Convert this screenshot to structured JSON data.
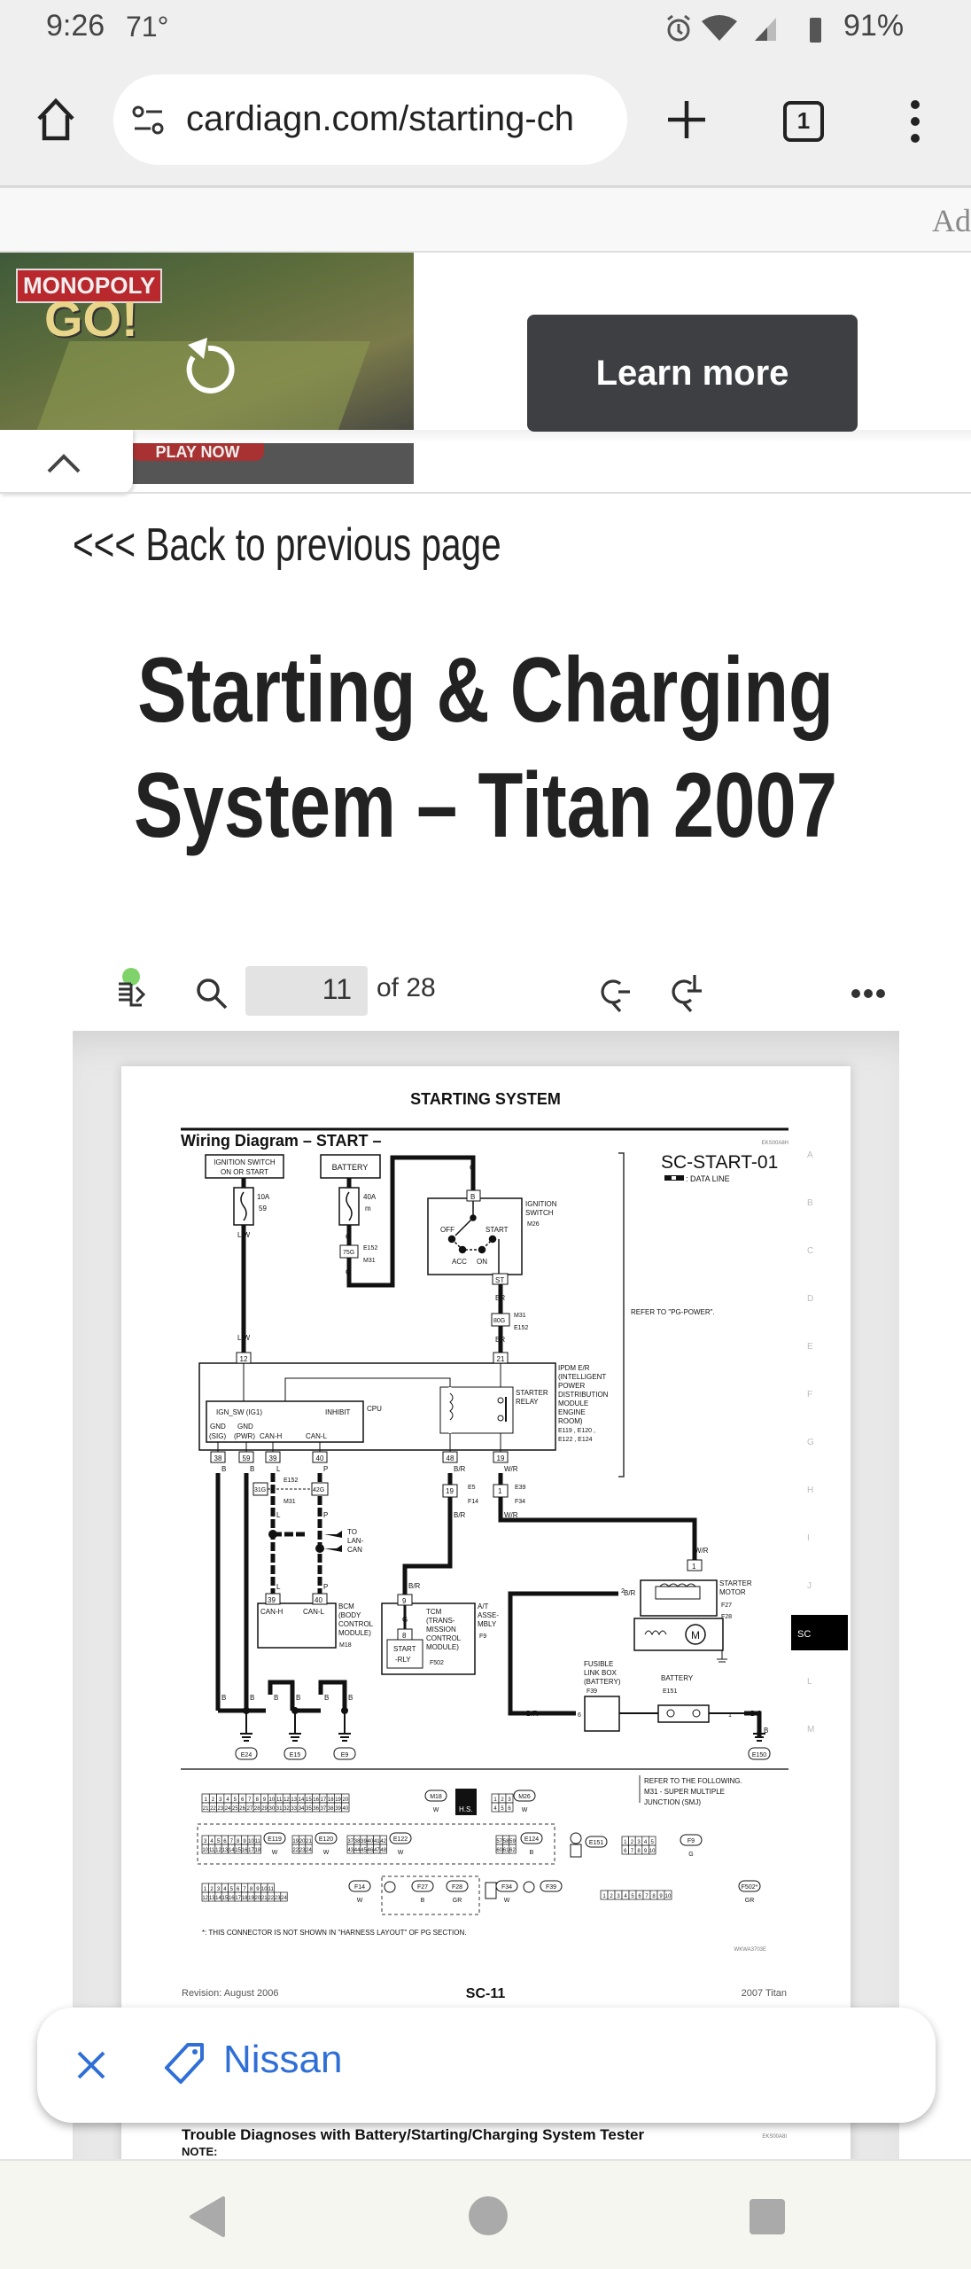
{
  "status_bar": {
    "time": "9:26",
    "temperature": "71°",
    "battery": "91%"
  },
  "browser": {
    "url": "cardiagn.com/starting-ch",
    "tab_count": "1"
  },
  "ad": {
    "label": "Ad",
    "logo_line1": "MONOPOLY",
    "logo_line2": "GO!",
    "play_now": "PLAY NOW",
    "cta": "Learn more"
  },
  "article": {
    "back_link": "<<< Back to previous page",
    "title_line1": "Starting & Charging",
    "title_line2": "System – Titan 2007"
  },
  "pdf_toolbar": {
    "page": "11",
    "of_label": "of 28"
  },
  "pdf_page": {
    "header": "STARTING SYSTEM",
    "section_title": "Wiring Diagram –  START –",
    "code_top": "EKS00A8H",
    "diagram_id": "SC-START-01",
    "data_line": ": DATA LINE",
    "refer_power": "REFER TO \"PG-POWER\".",
    "side_letters": [
      "A",
      "B",
      "C",
      "D",
      "E",
      "F",
      "G",
      "H",
      "I",
      "J",
      "SC",
      "L",
      "M"
    ],
    "labels": {
      "ign_switch_box": [
        "IGNITION SWITCH",
        "ON OR START"
      ],
      "battery_box": "BATTERY",
      "fuse1": [
        "10A",
        "59"
      ],
      "fuse2": [
        "40A",
        "m"
      ],
      "lw": "L/W",
      "g": "G",
      "br": "BR",
      "b": "B",
      "l": "L",
      "p": "P",
      "w_r": "W/R",
      "b_r": "B/R",
      "ign_switch": [
        "IGNITION",
        "SWITCH",
        "M26"
      ],
      "switch_pos": [
        "OFF",
        "START",
        "ACC",
        "ON",
        "B",
        "ST"
      ],
      "conn_75g": [
        "75G",
        "E152",
        "M31"
      ],
      "conn_80g": [
        "80G",
        "M31",
        "E152"
      ],
      "ipdm_pins_top": [
        "12",
        "21"
      ],
      "ipdm_pins_bottom": [
        "38",
        "59",
        "39",
        "40",
        "48",
        "19"
      ],
      "ipdm": [
        "IPDM E/R",
        "(INTELLIGENT",
        "POWER",
        "DISTRIBUTION",
        "MODULE",
        "ENGINE",
        "ROOM)",
        "E119 , E120 ,",
        "E122 , E124"
      ],
      "cpu": [
        "IGN_SW (IG1)",
        "INHIBIT",
        "CPU",
        "GND",
        "(SIG)",
        "GND",
        "(PWR)",
        "CAN-H",
        "CAN-L"
      ],
      "relay": [
        "STARTER",
        "RELAY"
      ],
      "smj": [
        "31G",
        "42G",
        "E152",
        "M31"
      ],
      "e5": [
        "19",
        "E5",
        "F14"
      ],
      "e39": [
        "1",
        "E39",
        "F34"
      ],
      "lan": [
        "TO",
        "LAN-",
        "CAN"
      ],
      "bcm": [
        "39",
        "40",
        "CAN-H",
        "CAN-L",
        "BCM",
        "(BODY",
        "CONTROL",
        "MODULE)",
        "M18"
      ],
      "tcm": [
        "9",
        "8",
        "START",
        "-RLY",
        "TCM",
        "(TRANS-",
        "MISSION",
        "CONTROL",
        "MODULE)",
        "F502",
        "A/T",
        "ASSE-",
        "MBLY",
        "F9"
      ],
      "starter": [
        "1",
        "STARTER",
        "MOTOR",
        "F27",
        "F28",
        "2",
        "M"
      ],
      "fusible": [
        "FUSIBLE",
        "LINK BOX",
        "(BATTERY)",
        "F39",
        "6"
      ],
      "battery": [
        "BATTERY",
        "E151",
        "1"
      ],
      "grounds": [
        "E24",
        "E15",
        "E9",
        "E150"
      ]
    },
    "connectors": {
      "refer": [
        "REFER TO THE FOLLOWING.",
        "M31 - SUPER MULTIPLE",
        "JUNCTION (SMJ)"
      ],
      "ids": [
        {
          "id": "M18",
          "color": "W"
        },
        {
          "id": "M26",
          "color": "W"
        },
        {
          "id": "E119",
          "color": "W"
        },
        {
          "id": "E120",
          "color": "W"
        },
        {
          "id": "E122",
          "color": "W"
        },
        {
          "id": "E124",
          "color": "B"
        },
        {
          "id": "E151",
          "color": ""
        },
        {
          "id": "F9",
          "color": "G"
        },
        {
          "id": "F14",
          "color": "W"
        },
        {
          "id": "F27",
          "color": "B"
        },
        {
          "id": "F28",
          "color": "GR"
        },
        {
          "id": "F34",
          "color": "W"
        },
        {
          "id": "F39",
          "color": ""
        },
        {
          "id": "F502*",
          "color": "GR"
        }
      ],
      "hs": "H.S.",
      "footnote": "*: THIS CONNECTOR IS NOT SHOWN IN \"HARNESS LAYOUT\" OF PG SECTION.",
      "code": "WKWA3703E"
    },
    "footer": {
      "revision": "Revision: August 2006",
      "page_code": "SC-11",
      "model": "2007 Titan"
    },
    "next_heading": "Trouble Diagnoses with Battery/Starting/Charging System Tester",
    "next_code": "EKS00A8I",
    "note": "NOTE:"
  },
  "chip": {
    "label": "Nissan"
  }
}
